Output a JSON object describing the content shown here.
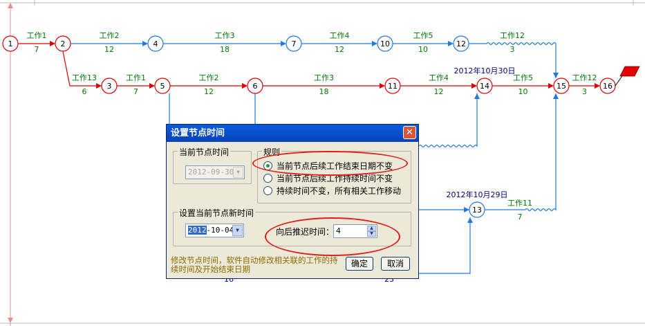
{
  "nodes": [
    {
      "id": "1",
      "label": "1",
      "color": "#e00000"
    },
    {
      "id": "2",
      "label": "2",
      "color": "#e00000"
    },
    {
      "id": "3",
      "label": "3",
      "color": "#e00000"
    },
    {
      "id": "4",
      "label": "4",
      "color": "#1e7be0"
    },
    {
      "id": "5",
      "label": "5",
      "color": "#e00000"
    },
    {
      "id": "6",
      "label": "6",
      "color": "#e00000"
    },
    {
      "id": "7",
      "label": "7",
      "color": "#1e7be0"
    },
    {
      "id": "10",
      "label": "10",
      "color": "#1e7be0"
    },
    {
      "id": "11",
      "label": "11",
      "color": "#e00000"
    },
    {
      "id": "12",
      "label": "12",
      "color": "#1e7be0"
    },
    {
      "id": "13",
      "label": "13",
      "color": "#1e7be0"
    },
    {
      "id": "14",
      "label": "14",
      "color": "#e00000"
    },
    {
      "id": "15",
      "label": "15",
      "color": "#e00000"
    },
    {
      "id": "16",
      "label": "16",
      "color": "#e00000"
    }
  ],
  "edges": [
    {
      "from": "1",
      "to": "2",
      "name": "工作1",
      "duration": "7",
      "critical": true
    },
    {
      "from": "2",
      "to": "4",
      "name": "工作2",
      "duration": "12",
      "critical": false
    },
    {
      "from": "4",
      "to": "7",
      "name": "工作3",
      "duration": "18",
      "critical": false
    },
    {
      "from": "7",
      "to": "10",
      "name": "工作4",
      "duration": "12",
      "critical": false
    },
    {
      "from": "10",
      "to": "12",
      "name": "工作5",
      "duration": "10",
      "critical": false
    },
    {
      "from": "12",
      "to": "15",
      "name": "工作12",
      "duration": "3",
      "critical": false
    },
    {
      "from": "2",
      "to": "3",
      "name": "工作13",
      "duration": "6",
      "critical": true
    },
    {
      "from": "3",
      "to": "5",
      "name": "工作1",
      "duration": "7",
      "critical": true
    },
    {
      "from": "5",
      "to": "6",
      "name": "工作2",
      "duration": "12",
      "critical": true
    },
    {
      "from": "6",
      "to": "11",
      "name": "工作3",
      "duration": "18",
      "critical": true
    },
    {
      "from": "11",
      "to": "14",
      "name": "工作4",
      "duration": "12",
      "critical": true
    },
    {
      "from": "14",
      "to": "15",
      "name": "工作5",
      "duration": "10",
      "critical": true
    },
    {
      "from": "15",
      "to": "16",
      "name": "工作12",
      "duration": "3",
      "critical": true
    },
    {
      "from": "13",
      "to": "15",
      "name": "工作11",
      "duration": "7",
      "critical": false
    }
  ],
  "node_dates": [
    {
      "node": "14",
      "text": "2012年10月30日"
    },
    {
      "node": "13",
      "text": "2012年10月29日"
    }
  ],
  "hidden_labels": {
    "left": "16",
    "mid": "",
    "right": "23"
  },
  "colors": {
    "critical": "#e00000",
    "noncritical": "#1e7be0",
    "label": "#007a00",
    "axis": "#e89090"
  },
  "dialog": {
    "title": "设置节点时间",
    "close_icon": "close-icon",
    "current_time_group": "当前节点时间",
    "current_time_value": "2012-09-30",
    "rule_group": "规则",
    "rules": [
      {
        "label": "当前节点后续工作结束日期不变",
        "selected": true
      },
      {
        "label": "当前节点后续工作持续时间不变",
        "selected": false
      },
      {
        "label": "持续时间不变，所有相关工作移动",
        "selected": false
      }
    ],
    "new_time_group": "设置当前节点新时间",
    "new_time_year": "2012",
    "new_time_rest": "-10-04",
    "delay_label": "向后推迟时间：",
    "delay_value": "4",
    "hint": "修改节点时间，软件自动修改相关联的工作的持续时间及开始结束日期",
    "ok_label": "确定",
    "cancel_label": "取消"
  }
}
